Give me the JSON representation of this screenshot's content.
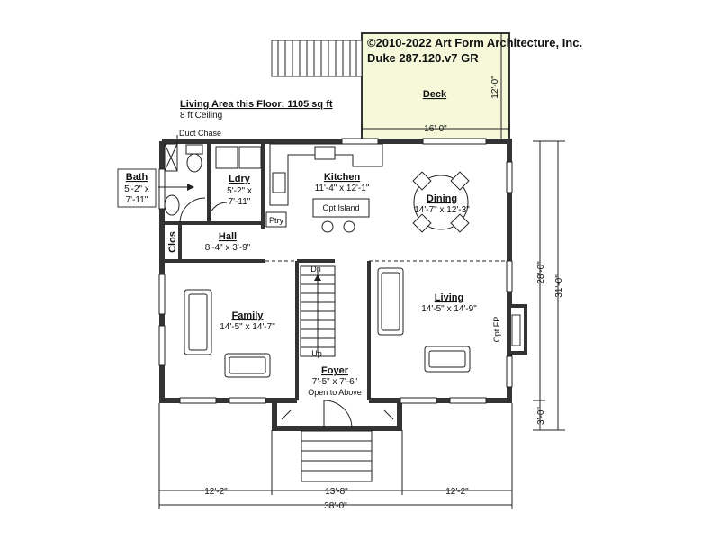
{
  "copyright": {
    "line1": "©2010-2022 Art Form Architecture, Inc.",
    "line2": "Duke 287.120.v7 GR"
  },
  "area": {
    "title": "Living Area this Floor: 1105 sq ft",
    "ceiling": "8 ft Ceiling"
  },
  "labels": {
    "duct_chase": "Duct Chase",
    "closet": "Clos",
    "pantry": "Ptry",
    "island": "Opt Island",
    "fireplace": "Opt FP",
    "stair_down": "Dn",
    "stair_up": "Up"
  },
  "rooms": {
    "deck": {
      "name": "Deck"
    },
    "bath": {
      "name": "Bath",
      "dim_a": "5'-2\" x",
      "dim_b": "7'-11\""
    },
    "laundry": {
      "name": "Ldry",
      "dim_a": "5'-2\" x",
      "dim_b": "7'-11\""
    },
    "kitchen": {
      "name": "Kitchen",
      "dim": "11'-4\" x 12'-1\""
    },
    "dining": {
      "name": "Dining",
      "dim": "14'-7\" x 12'-3\""
    },
    "hall": {
      "name": "Hall",
      "dim": "8'-4\" x 3'-9\""
    },
    "family": {
      "name": "Family",
      "dim": "14'-5\" x 14'-7\""
    },
    "living": {
      "name": "Living",
      "dim": "14'-5\" x 14'-9\""
    },
    "foyer": {
      "name": "Foyer",
      "dim": "7'-5\" x 7'-6\"",
      "note": "Open to Above"
    }
  },
  "dimensions": {
    "deck_width": "16'-0\"",
    "deck_depth": "12'-0\"",
    "right_main": "28'-0\"",
    "right_porch": "3'-0\"",
    "right_total": "31'-0\"",
    "bottom_left": "12'-2\"",
    "bottom_center": "13'-8\"",
    "bottom_right": "12'-2\"",
    "bottom_total": "38'-0\""
  }
}
